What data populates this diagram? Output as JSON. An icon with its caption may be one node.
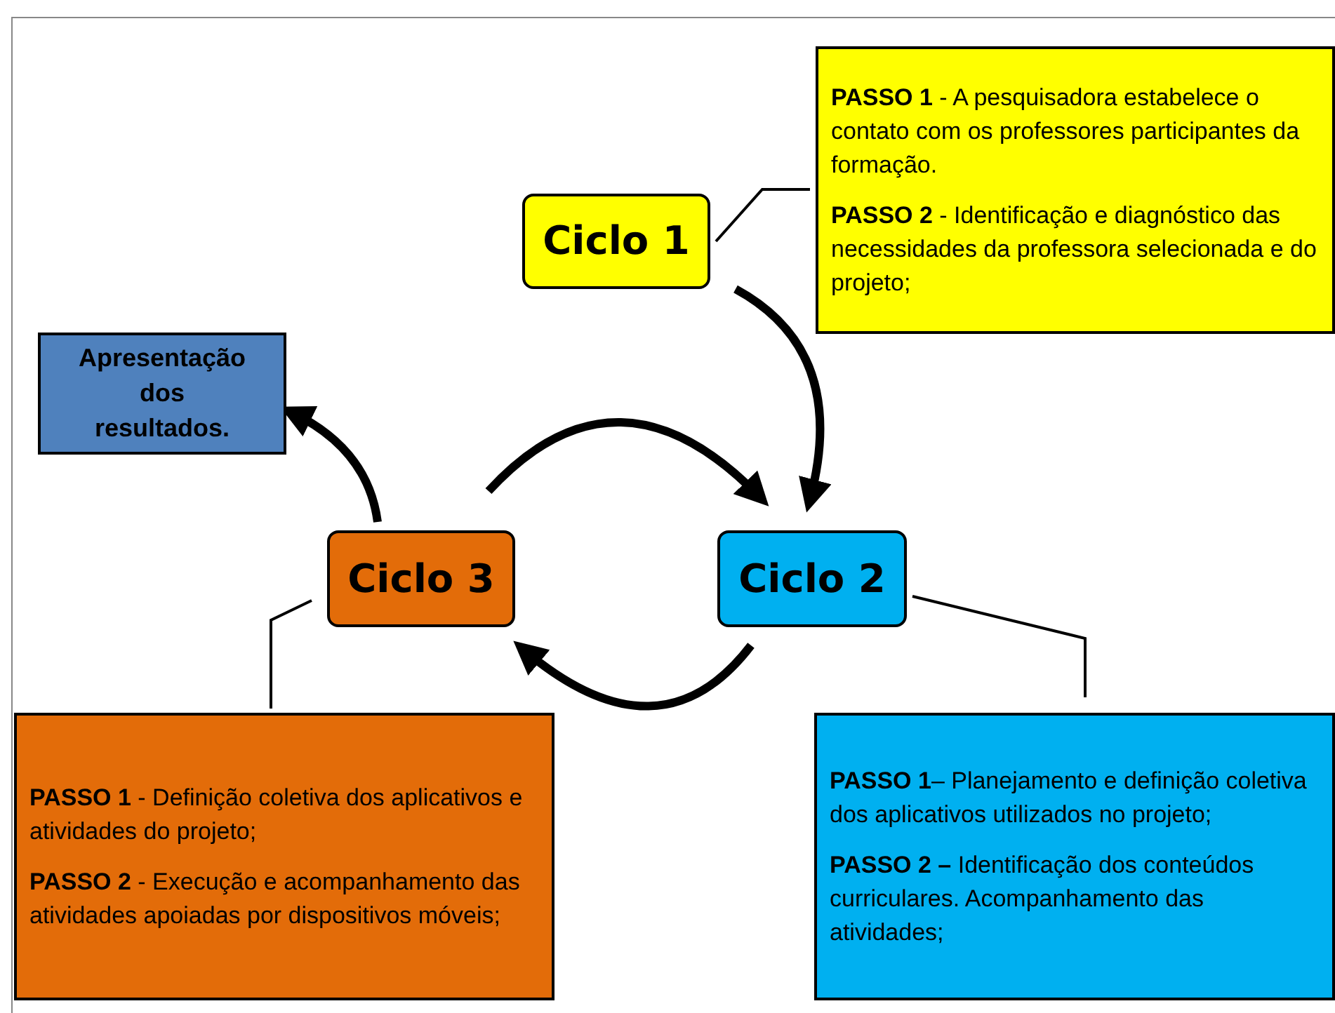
{
  "diagram": {
    "nodes": [
      {
        "text": [
          "Ciclo 1"
        ]
      },
      {
        "text": [
          "**PASSO 1** - A pesquisadora estabelece o contato com os professores participantes da formação.",
          "**PASSO 2** - Identificação e diagnóstico das necessidades da professora selecionada e do projeto;"
        ]
      },
      {
        "text": [
          "Apresentação dos resultados."
        ]
      },
      {
        "text": [
          "Ciclo 3"
        ]
      },
      {
        "text": [
          "Ciclo 2"
        ]
      },
      {
        "text": [
          "**PASSO 1** - Definição coletiva dos aplicativos e atividades do projeto;",
          "**PASSO 2** - Execução e acompanhamento  das atividades apoiadas por dispositivos móveis;"
        ]
      },
      {
        "text": [
          "**PASSO 1**– Planejamento  e definição coletiva dos aplicativos utilizados  no projeto;",
          "**PASSO 2 –** Identificação dos conteúdos curriculares. Acompanhamento  das atividades;"
        ]
      }
    ],
    "edges": [
      {
        "from": 0,
        "to": 1,
        "arrow": "none"
      },
      {
        "from": 0,
        "to": 4,
        "arrow": "to"
      },
      {
        "from": 3,
        "to": 4,
        "arrow": "to"
      },
      {
        "from": 4,
        "to": 3,
        "arrow": "to"
      },
      {
        "from": 3,
        "to": 2,
        "arrow": "to"
      },
      {
        "from": 3,
        "to": 5,
        "arrow": "none"
      },
      {
        "from": 4,
        "to": 6,
        "arrow": "none"
      }
    ]
  }
}
